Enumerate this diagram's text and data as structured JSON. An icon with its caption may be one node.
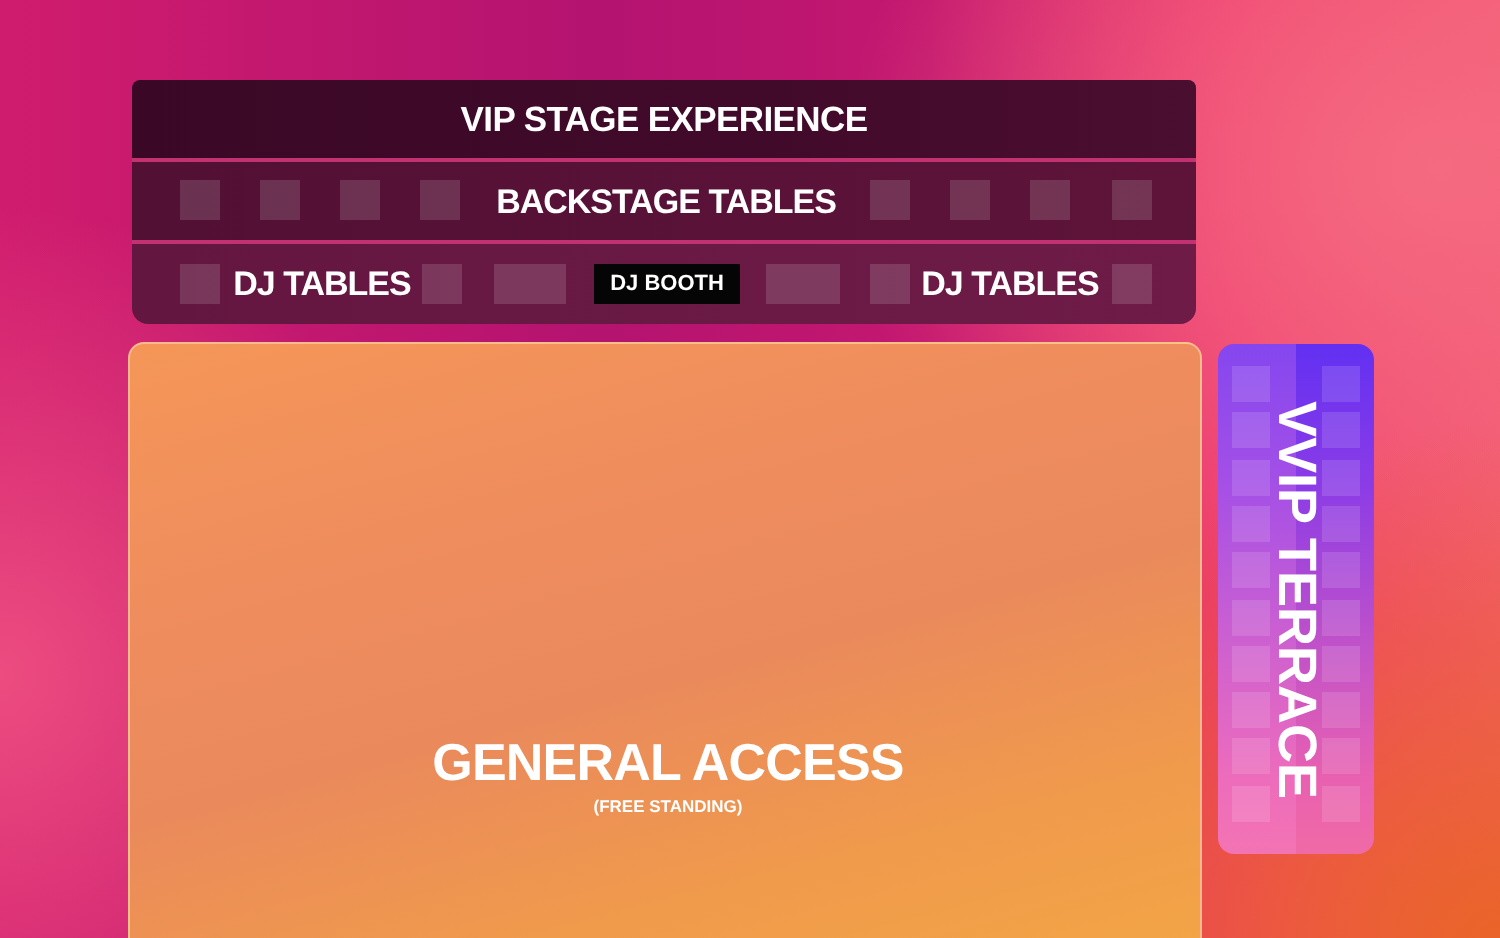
{
  "diagram": {
    "nodes": [
      {
        "text": [],
        "shape": "box"
      },
      {
        "text": [
          "VIP STAGE EXPERIENCE"
        ],
        "in": 0
      },
      {
        "text": [
          "BACKSTAGE TABLES"
        ],
        "in": 0
      },
      {
        "text": [
          "DJ TABLES",
          "DJ TABLES"
        ],
        "in": 0
      },
      {
        "text": [
          "DJ BOOTH"
        ],
        "in": 3
      },
      {
        "text": [
          "GENERAL ACCESS",
          "(FREE STANDING)"
        ]
      },
      {
        "text": [
          "VVIP TERRACE"
        ]
      }
    ]
  }
}
